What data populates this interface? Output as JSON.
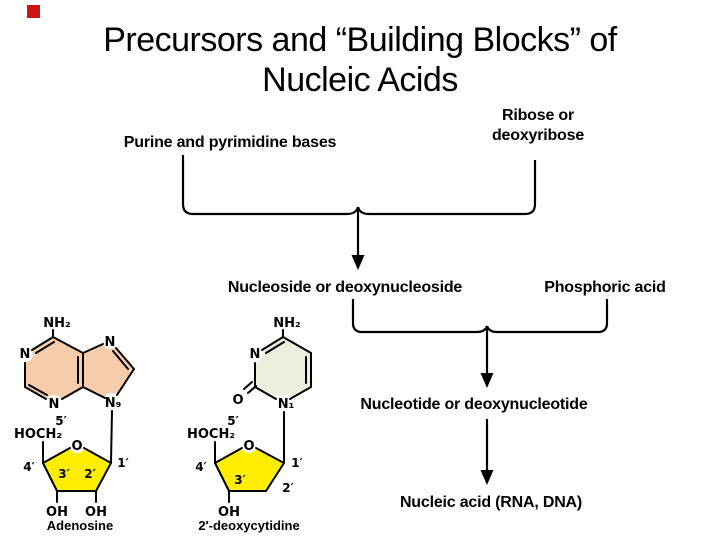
{
  "slide": {
    "title_line1": "Precursors and “Building Blocks” of",
    "title_line2": "Nucleic Acids"
  },
  "flowchart": {
    "purine_bases": "Purine and pyrimidine bases",
    "ribose_line1": "Ribose or",
    "ribose_line2": "deoxyribose",
    "nucleoside": "Nucleoside or deoxynucleoside",
    "phosphoric_acid": "Phosphoric acid",
    "nucleotide": "Nucleotide or deoxynucleotide",
    "nucleic_acid": "Nucleic acid (RNA, DNA)"
  },
  "adenosine": {
    "caption": "Adenosine",
    "amine": "NH₂",
    "n1": "N",
    "n3": "N",
    "n7": "N",
    "n9": "N₉",
    "five_prime": "5′",
    "hoch2": "HOCH₂",
    "four_prime": "4′",
    "three_prime": "3′",
    "two_prime": "2′",
    "one_prime": "1′",
    "ring_o": "O",
    "oh_3": "OH",
    "oh_2": "OH"
  },
  "deoxycytidine": {
    "caption": "2′-deoxycytidine",
    "amine": "NH₂",
    "n3": "N",
    "n1": "N₁",
    "carbonyl_o": "O",
    "five_prime": "5′",
    "hoch2": "HOCH₂",
    "four_prime": "4′",
    "three_prime": "3′",
    "two_prime": "2′",
    "one_prime": "1′",
    "ring_o": "O",
    "oh_3": "OH"
  },
  "colors": {
    "background": "#ffffff",
    "adenine_fill": "#f6ccab",
    "cytosine_fill": "#e9efda",
    "sugar_fill": "#ffee00",
    "line": "#000000",
    "corner_marker": "#cc1414"
  }
}
